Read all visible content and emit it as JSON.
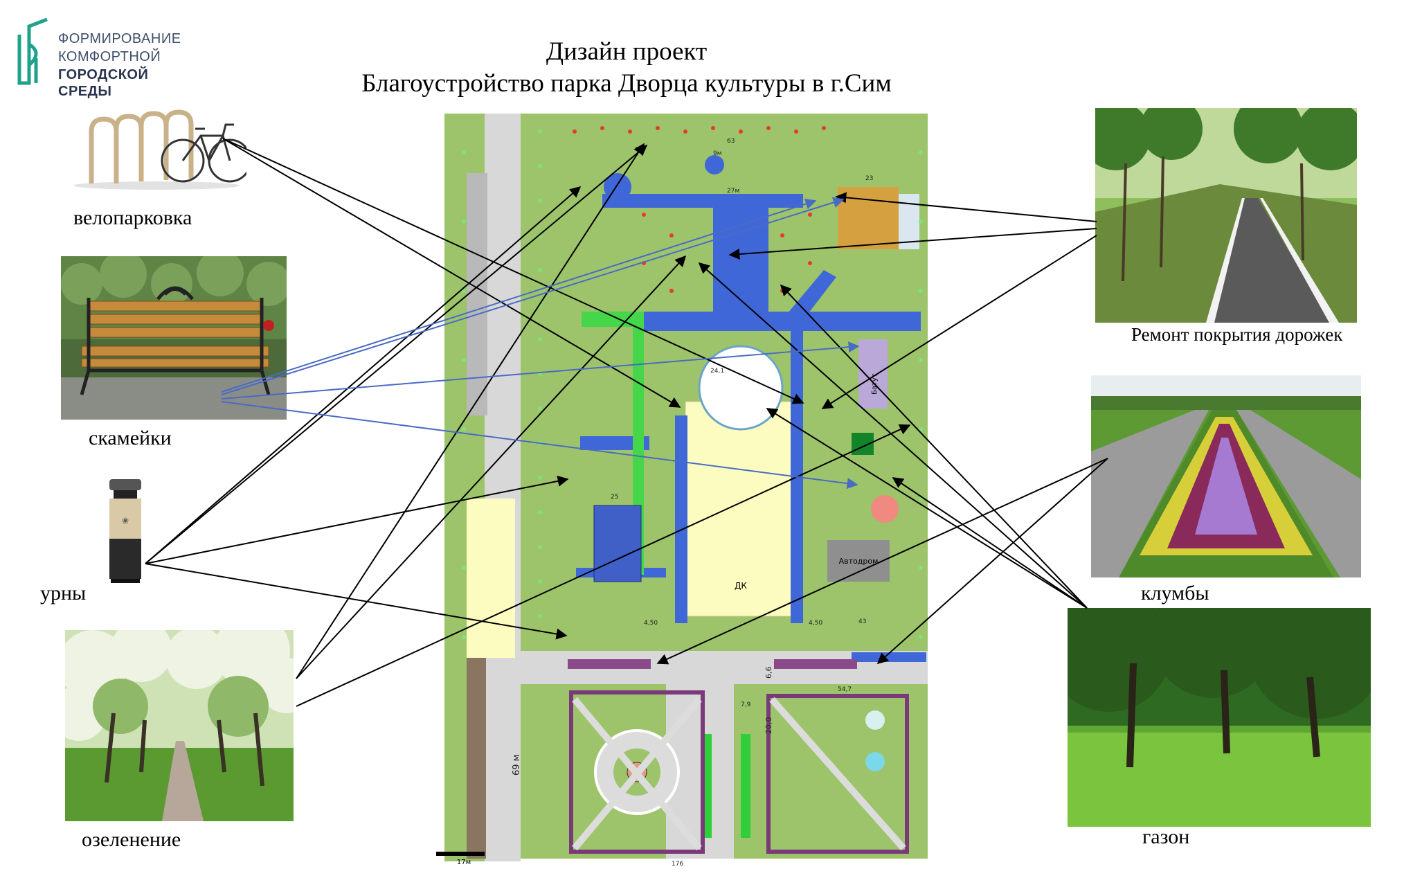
{
  "logo": {
    "line1": "ФОРМИРОВАНИЕ",
    "line2": "КОМФОРТНОЙ",
    "line3": "ГОРОДСКОЙ СРЕДЫ"
  },
  "title": {
    "line1": "Дизайн проект",
    "line2": "Благоустройство парка Дворца культуры в г.Сим"
  },
  "labels": {
    "bike_parking": "велопарковка",
    "benches": "скамейки",
    "bins": "урны",
    "greening": "озеленение",
    "path_repair": "Ремонт покрытия дорожек",
    "flowerbeds": "клумбы",
    "lawn": "газон"
  },
  "plan": {
    "dk": "ДК",
    "autodrome": "Автодром",
    "batut": "Батут",
    "scale": "17м",
    "dims": [
      "63",
      "9м",
      "27м",
      "23",
      "25",
      "4,50",
      "4,50",
      "54,7",
      "176",
      "69 м",
      "20,0",
      "6,6",
      "7,9",
      "43",
      "24,1"
    ]
  },
  "colors": {
    "grass": "#9dc46a",
    "path": "#3f67d8",
    "dk": "#fdfcc0",
    "paving": "#d8d8d8",
    "greenery_dot": "#7ee27a",
    "red_dot": "#e43b2d",
    "arrow_black": "#000000",
    "arrow_blue": "#4a6bc4"
  }
}
